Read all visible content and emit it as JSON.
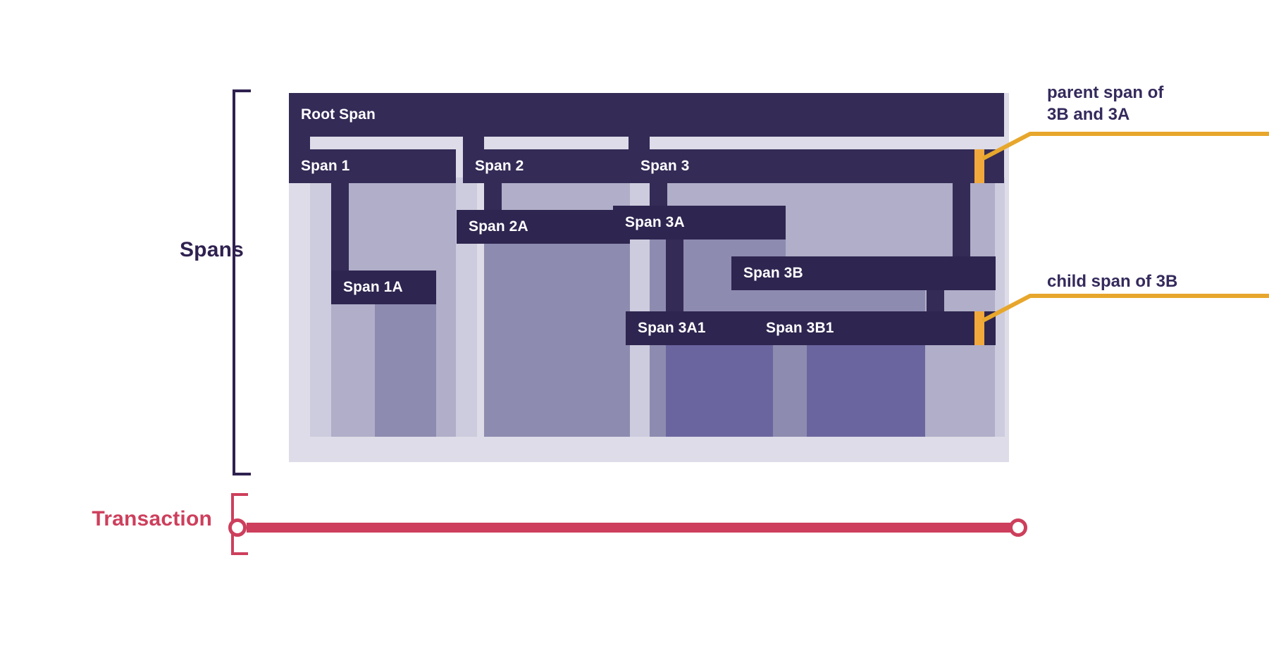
{
  "diagram": {
    "title": "Transaction and Spans waterfall diagram",
    "sections": {
      "spans_label": "Spans",
      "transaction_label": "Transaction"
    },
    "colors": {
      "span_bar": "#342b56",
      "span_bar_deep": "#2e2550",
      "panel_bg": "#dddce8",
      "level1_body": "#b0aec8",
      "level2_body": "#8e8bb0",
      "level3_body": "#6b659f",
      "highlight": "#f2a93b",
      "transaction": "#cd3f5c",
      "text_dark": "#352a5c"
    }
  },
  "spans": {
    "root": {
      "label": "Root Span"
    },
    "group1": {
      "parent": {
        "label": "Span 1"
      },
      "child": {
        "label": "Span 1A"
      }
    },
    "group2": {
      "parent": {
        "label": "Span 2"
      },
      "child": {
        "label": "Span 2A"
      }
    },
    "group3": {
      "parent": {
        "label": "Span 3"
      },
      "child_a": {
        "label": "Span 3A"
      },
      "child_a1": {
        "label": "Span 3A1"
      },
      "child_b": {
        "label": "Span 3B"
      },
      "child_b1": {
        "label": "Span 3B1"
      }
    }
  },
  "annotations": {
    "parent_callout": {
      "line1": "parent span of",
      "line2": "3B and 3A",
      "marker": "highlight-marker"
    },
    "child_callout": {
      "line1": "child span of 3B",
      "marker": "highlight-marker"
    }
  },
  "transaction": {
    "label": "Transaction",
    "start_point": "start-endpoint",
    "end_point": "end-endpoint"
  }
}
